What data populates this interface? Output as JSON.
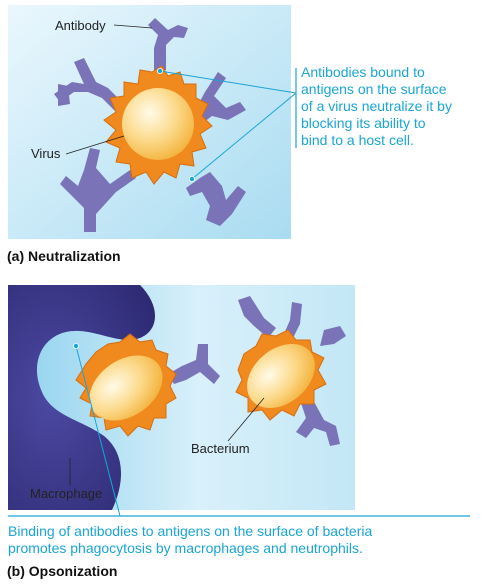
{
  "panel_a": {
    "labels": {
      "antibody": "Antibody",
      "virus": "Virus"
    },
    "caption_lines": [
      "Antibodies bound to",
      "antigens on the surface",
      "of a virus neutralize it by",
      "blocking its ability to",
      "bind to a host cell."
    ],
    "title": "(a) Neutralization"
  },
  "panel_b": {
    "labels": {
      "bacterium": "Bacterium",
      "macrophage": "Macrophage"
    },
    "caption_lines": [
      "Binding of antibodies to antigens on the surface of bacteria",
      "promotes phagocytosis by macrophages and neutrophils."
    ],
    "title": "(b) Opsonization"
  },
  "colors": {
    "background_gradient": [
      "#cfeaf6",
      "#9ed8ef"
    ],
    "antibody": "#7a73b8",
    "antigen": "#f08a1f",
    "virus_core": "#fcd27a",
    "macrophage": "#3e3b8c",
    "caption": "#1aa5d6",
    "pointer": "#1aa5d6"
  }
}
